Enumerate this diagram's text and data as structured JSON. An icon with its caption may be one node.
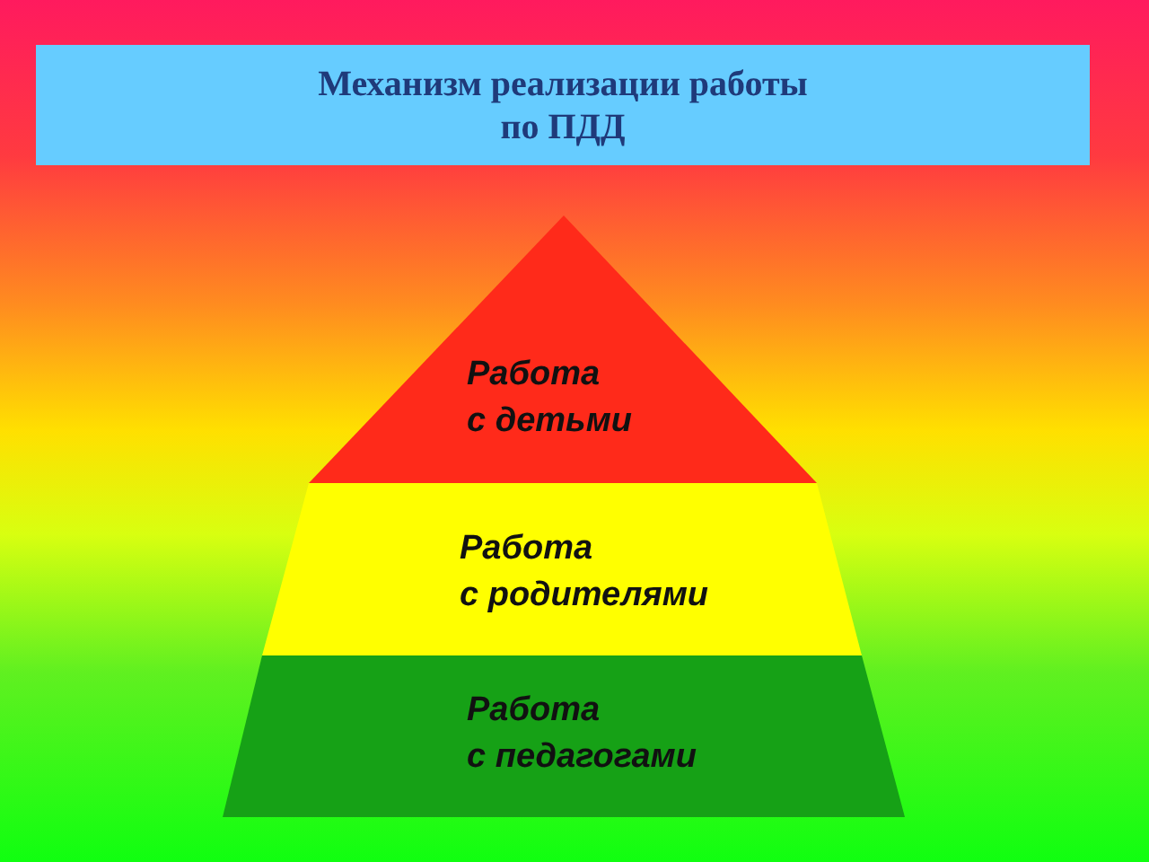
{
  "diagram": {
    "title": "Механизм реализации работы по ПДД",
    "nodes": [
      {
        "text": [
          "Работа с детьми"
        ]
      },
      {
        "text": [
          "Работа с родителями"
        ]
      },
      {
        "text": [
          "Работа с педагогами"
        ]
      }
    ]
  }
}
